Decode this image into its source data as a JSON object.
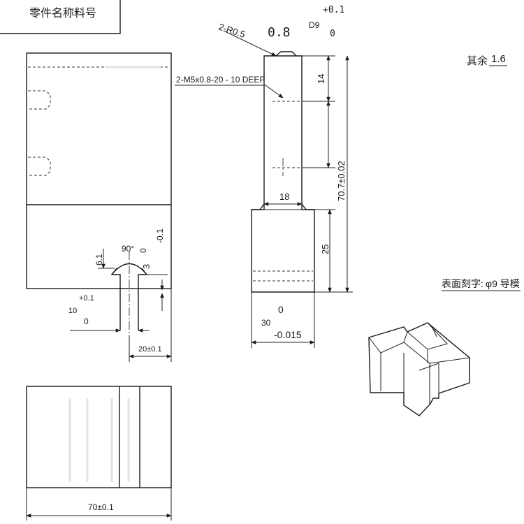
{
  "title_block": {
    "text": "零件名称料号"
  },
  "roughness": {
    "label": "其余",
    "value": "1.6"
  },
  "engraving": {
    "label": "表面刻字:",
    "value": "φ9 导模"
  },
  "annotations": {
    "fillet": "2-R0.5",
    "thread": "2-M5x0.8-20 - 10 DEEP",
    "top_dim": "0.8",
    "fit_note": "D9",
    "fit_upper": "+0.1",
    "fit_lower": "0"
  },
  "dimensions": {
    "d14": "14",
    "d707": "70.7±0.02",
    "d18": "18",
    "d25": "25",
    "d30_nominal": "30",
    "d30_upper": "0",
    "d30_lower": "-0.015",
    "d61": "6.1",
    "angle": "90°",
    "d3_nominal": "3",
    "d3_upper": "0",
    "d3_lower": "-0.1",
    "d10_nominal": "10",
    "d10_upper": "+0.1",
    "d10_lower": "0",
    "d20": "20±0.1",
    "d70": "70±0.1"
  }
}
